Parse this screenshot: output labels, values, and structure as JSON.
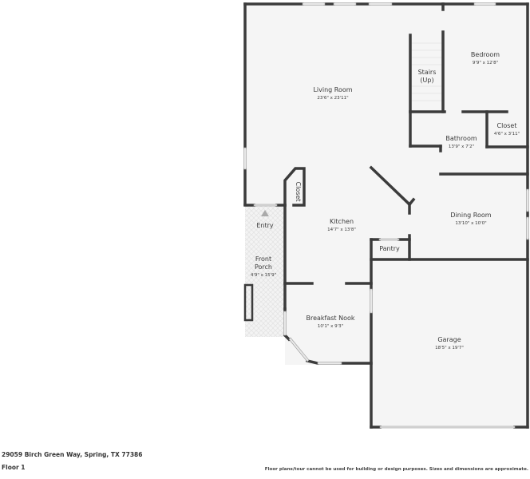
{
  "colors": {
    "wall": "#3b3b3b",
    "floor": "#f5f5f5",
    "window": "#e6e6e6",
    "porch": "#ececec",
    "text": "#3a3a3a"
  },
  "rooms": [
    {
      "name": "Living Room",
      "dims": "23'6\" x 23'11\""
    },
    {
      "name": "Bedroom",
      "dims": "9'9\" x 12'8\""
    },
    {
      "name_line1": "Stairs",
      "name_line2": "(Up)"
    },
    {
      "name": "Bathroom",
      "dims": "13'9\" x 7'2\""
    },
    {
      "name": "Closet",
      "dims": "4'6\" x 3'11\""
    },
    {
      "name": "Closet"
    },
    {
      "name": "Entry"
    },
    {
      "name": "Kitchen",
      "dims": "14'7\" x 13'8\""
    },
    {
      "name": "Dining Room",
      "dims": "13'10\" x 10'0\""
    },
    {
      "name": "Pantry"
    },
    {
      "name_line1": "Front",
      "name_line2": "Porch",
      "dims": "4'9\" x 15'9\""
    },
    {
      "name": "Breakfast Nook",
      "dims": "10'1\" x 9'3\""
    },
    {
      "name": "Garage",
      "dims": "18'5\" x 19'7\""
    }
  ],
  "footer": {
    "address": "29059 Birch Green Way, Spring, TX 77386",
    "floor": "Floor 1",
    "disclaimer": "Floor plans/tour cannot be used for building or design purposes. Sizes and dimensions are approximate."
  }
}
